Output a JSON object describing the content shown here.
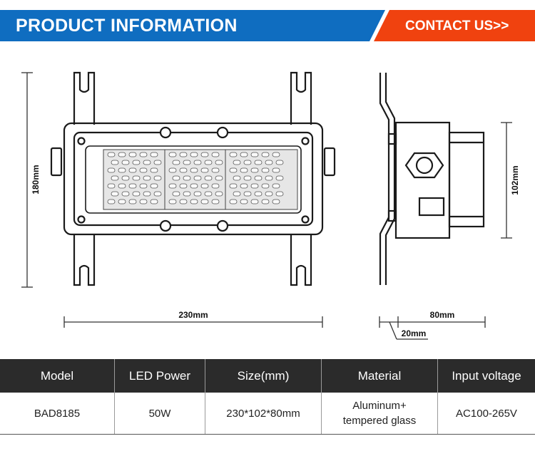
{
  "header": {
    "title": "PRODUCT INFORMATION",
    "contact_label": "CONTACT US>>",
    "colors": {
      "blue": "#0f6dc0",
      "orange": "#f0420f",
      "table_header": "#2b2b2b"
    }
  },
  "dimensions": {
    "front_height": "180mm",
    "front_width": "230mm",
    "side_height": "102mm",
    "side_depth": "80mm",
    "bracket_offset": "20mm"
  },
  "spec_table": {
    "headers": [
      "Model",
      "LED Power",
      "Size(mm)",
      "Material",
      "Input voltage"
    ],
    "row": {
      "model": "BAD8185",
      "power": "50W",
      "size": "230*102*80mm",
      "material_line1": "Aluminum+",
      "material_line2": "tempered glass",
      "voltage": "AC100-265V"
    }
  }
}
